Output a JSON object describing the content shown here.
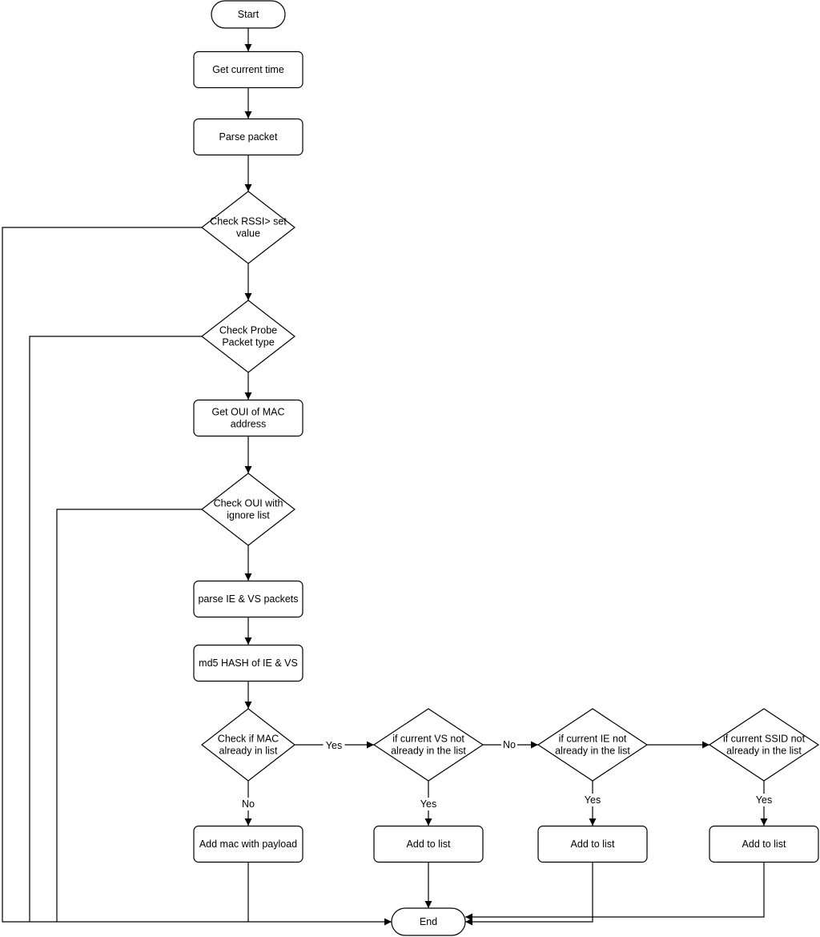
{
  "diagram": {
    "nodes": [
      {
        "id": "start",
        "shape": "terminal",
        "lines": [
          "Start"
        ]
      },
      {
        "id": "get-time",
        "shape": "process",
        "lines": [
          "Get current time"
        ]
      },
      {
        "id": "parse-packet",
        "shape": "process",
        "lines": [
          "Parse packet"
        ]
      },
      {
        "id": "check-rssi",
        "shape": "decision",
        "lines": [
          "Check RSSI> set",
          "value"
        ]
      },
      {
        "id": "check-probe",
        "shape": "decision",
        "lines": [
          "Check Probe",
          "Packet type"
        ]
      },
      {
        "id": "get-oui",
        "shape": "process",
        "lines": [
          "Get OUI of MAC",
          "address"
        ]
      },
      {
        "id": "check-oui",
        "shape": "decision",
        "lines": [
          "Check OUI with",
          "ignore list"
        ]
      },
      {
        "id": "parse-ie-vs",
        "shape": "process",
        "lines": [
          "parse IE & VS packets"
        ]
      },
      {
        "id": "md5-hash",
        "shape": "process",
        "lines": [
          "md5 HASH of IE & VS"
        ]
      },
      {
        "id": "check-mac",
        "shape": "decision",
        "lines": [
          "Check if MAC",
          "already in list"
        ]
      },
      {
        "id": "check-vs",
        "shape": "decision",
        "lines": [
          "if current VS not",
          "already in the list"
        ]
      },
      {
        "id": "check-ie",
        "shape": "decision",
        "lines": [
          "if current IE not",
          "already in the list"
        ]
      },
      {
        "id": "check-ssid",
        "shape": "decision",
        "lines": [
          "if current SSID not",
          "already in the list"
        ]
      },
      {
        "id": "add-mac",
        "shape": "process",
        "lines": [
          "Add mac with payload"
        ]
      },
      {
        "id": "add-vs",
        "shape": "process",
        "lines": [
          "Add to list"
        ]
      },
      {
        "id": "add-ie",
        "shape": "process",
        "lines": [
          "Add to list"
        ]
      },
      {
        "id": "add-ssid",
        "shape": "process",
        "lines": [
          "Add to list"
        ]
      },
      {
        "id": "end",
        "shape": "terminal",
        "lines": [
          "End"
        ]
      }
    ],
    "edges": [
      {
        "id": "start-to-get-time",
        "from": "start",
        "to": "get-time",
        "label": ""
      },
      {
        "id": "get-time-to-parse-packet",
        "from": "get-time",
        "to": "parse-packet",
        "label": ""
      },
      {
        "id": "parse-packet-to-check-rssi",
        "from": "parse-packet",
        "to": "check-rssi",
        "label": ""
      },
      {
        "id": "check-rssi-to-check-probe",
        "from": "check-rssi",
        "to": "check-probe",
        "label": ""
      },
      {
        "id": "check-probe-to-get-oui",
        "from": "check-probe",
        "to": "get-oui",
        "label": ""
      },
      {
        "id": "get-oui-to-check-oui",
        "from": "get-oui",
        "to": "check-oui",
        "label": ""
      },
      {
        "id": "check-oui-to-parse-ie-vs",
        "from": "check-oui",
        "to": "parse-ie-vs",
        "label": ""
      },
      {
        "id": "parse-ie-vs-to-md5-hash",
        "from": "parse-ie-vs",
        "to": "md5-hash",
        "label": ""
      },
      {
        "id": "md5-hash-to-check-mac",
        "from": "md5-hash",
        "to": "check-mac",
        "label": ""
      },
      {
        "id": "check-mac-to-check-vs",
        "from": "check-mac",
        "to": "check-vs",
        "label": "Yes"
      },
      {
        "id": "check-vs-to-check-ie",
        "from": "check-vs",
        "to": "check-ie",
        "label": "No"
      },
      {
        "id": "check-ie-to-check-ssid",
        "from": "check-ie",
        "to": "check-ssid",
        "label": ""
      },
      {
        "id": "check-mac-to-add-mac",
        "from": "check-mac",
        "to": "add-mac",
        "label": "No"
      },
      {
        "id": "check-vs-to-add-vs",
        "from": "check-vs",
        "to": "add-vs",
        "label": "Yes"
      },
      {
        "id": "check-ie-to-add-ie",
        "from": "check-ie",
        "to": "add-ie",
        "label": "Yes"
      },
      {
        "id": "check-ssid-to-add-ssid",
        "from": "check-ssid",
        "to": "add-ssid",
        "label": "Yes"
      },
      {
        "id": "add-vs-to-end",
        "from": "add-vs",
        "to": "end",
        "label": ""
      },
      {
        "id": "add-ie-to-end",
        "from": "add-ie",
        "to": "end",
        "label": ""
      },
      {
        "id": "add-ssid-to-end",
        "from": "add-ssid",
        "to": "end",
        "label": ""
      },
      {
        "id": "add-mac-to-end",
        "from": "add-mac",
        "to": "end",
        "label": ""
      },
      {
        "id": "check-oui-to-end",
        "from": "check-oui",
        "to": "end",
        "label": ""
      },
      {
        "id": "check-probe-to-end",
        "from": "check-probe",
        "to": "end",
        "label": ""
      },
      {
        "id": "check-rssi-to-end",
        "from": "check-rssi",
        "to": "end",
        "label": ""
      }
    ]
  }
}
